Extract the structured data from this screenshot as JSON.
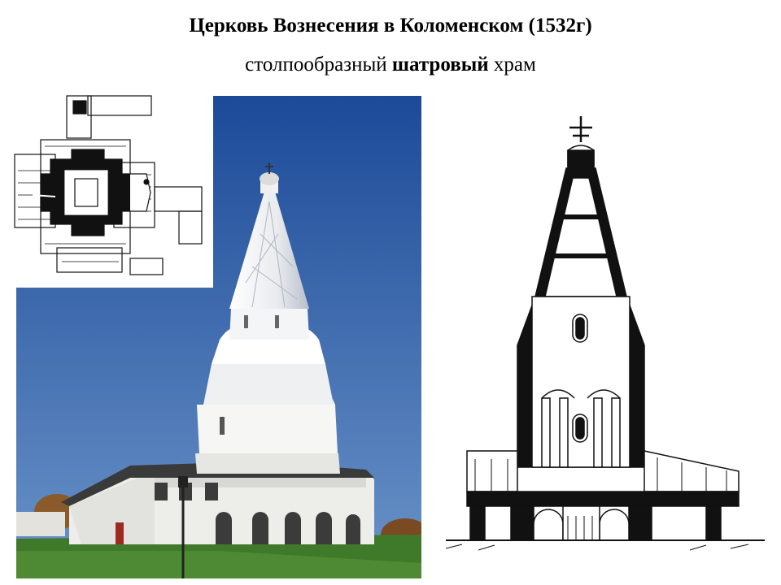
{
  "slide": {
    "title": "Церковь Вознесения в Коломенском (1532г)",
    "subtitle_pre": "столпообразный ",
    "subtitle_bold": "шатровый",
    "subtitle_post": " храм"
  },
  "images": {
    "photo": "church-photo",
    "plan": "floor-plan-drawing",
    "section": "cross-section-drawing"
  },
  "colors": {
    "sky_top": "#1f4f9c",
    "sky_bottom": "#5a86c2",
    "grass": "#3f7a2a",
    "stone": "#f2f2ee",
    "ink": "#111111"
  }
}
